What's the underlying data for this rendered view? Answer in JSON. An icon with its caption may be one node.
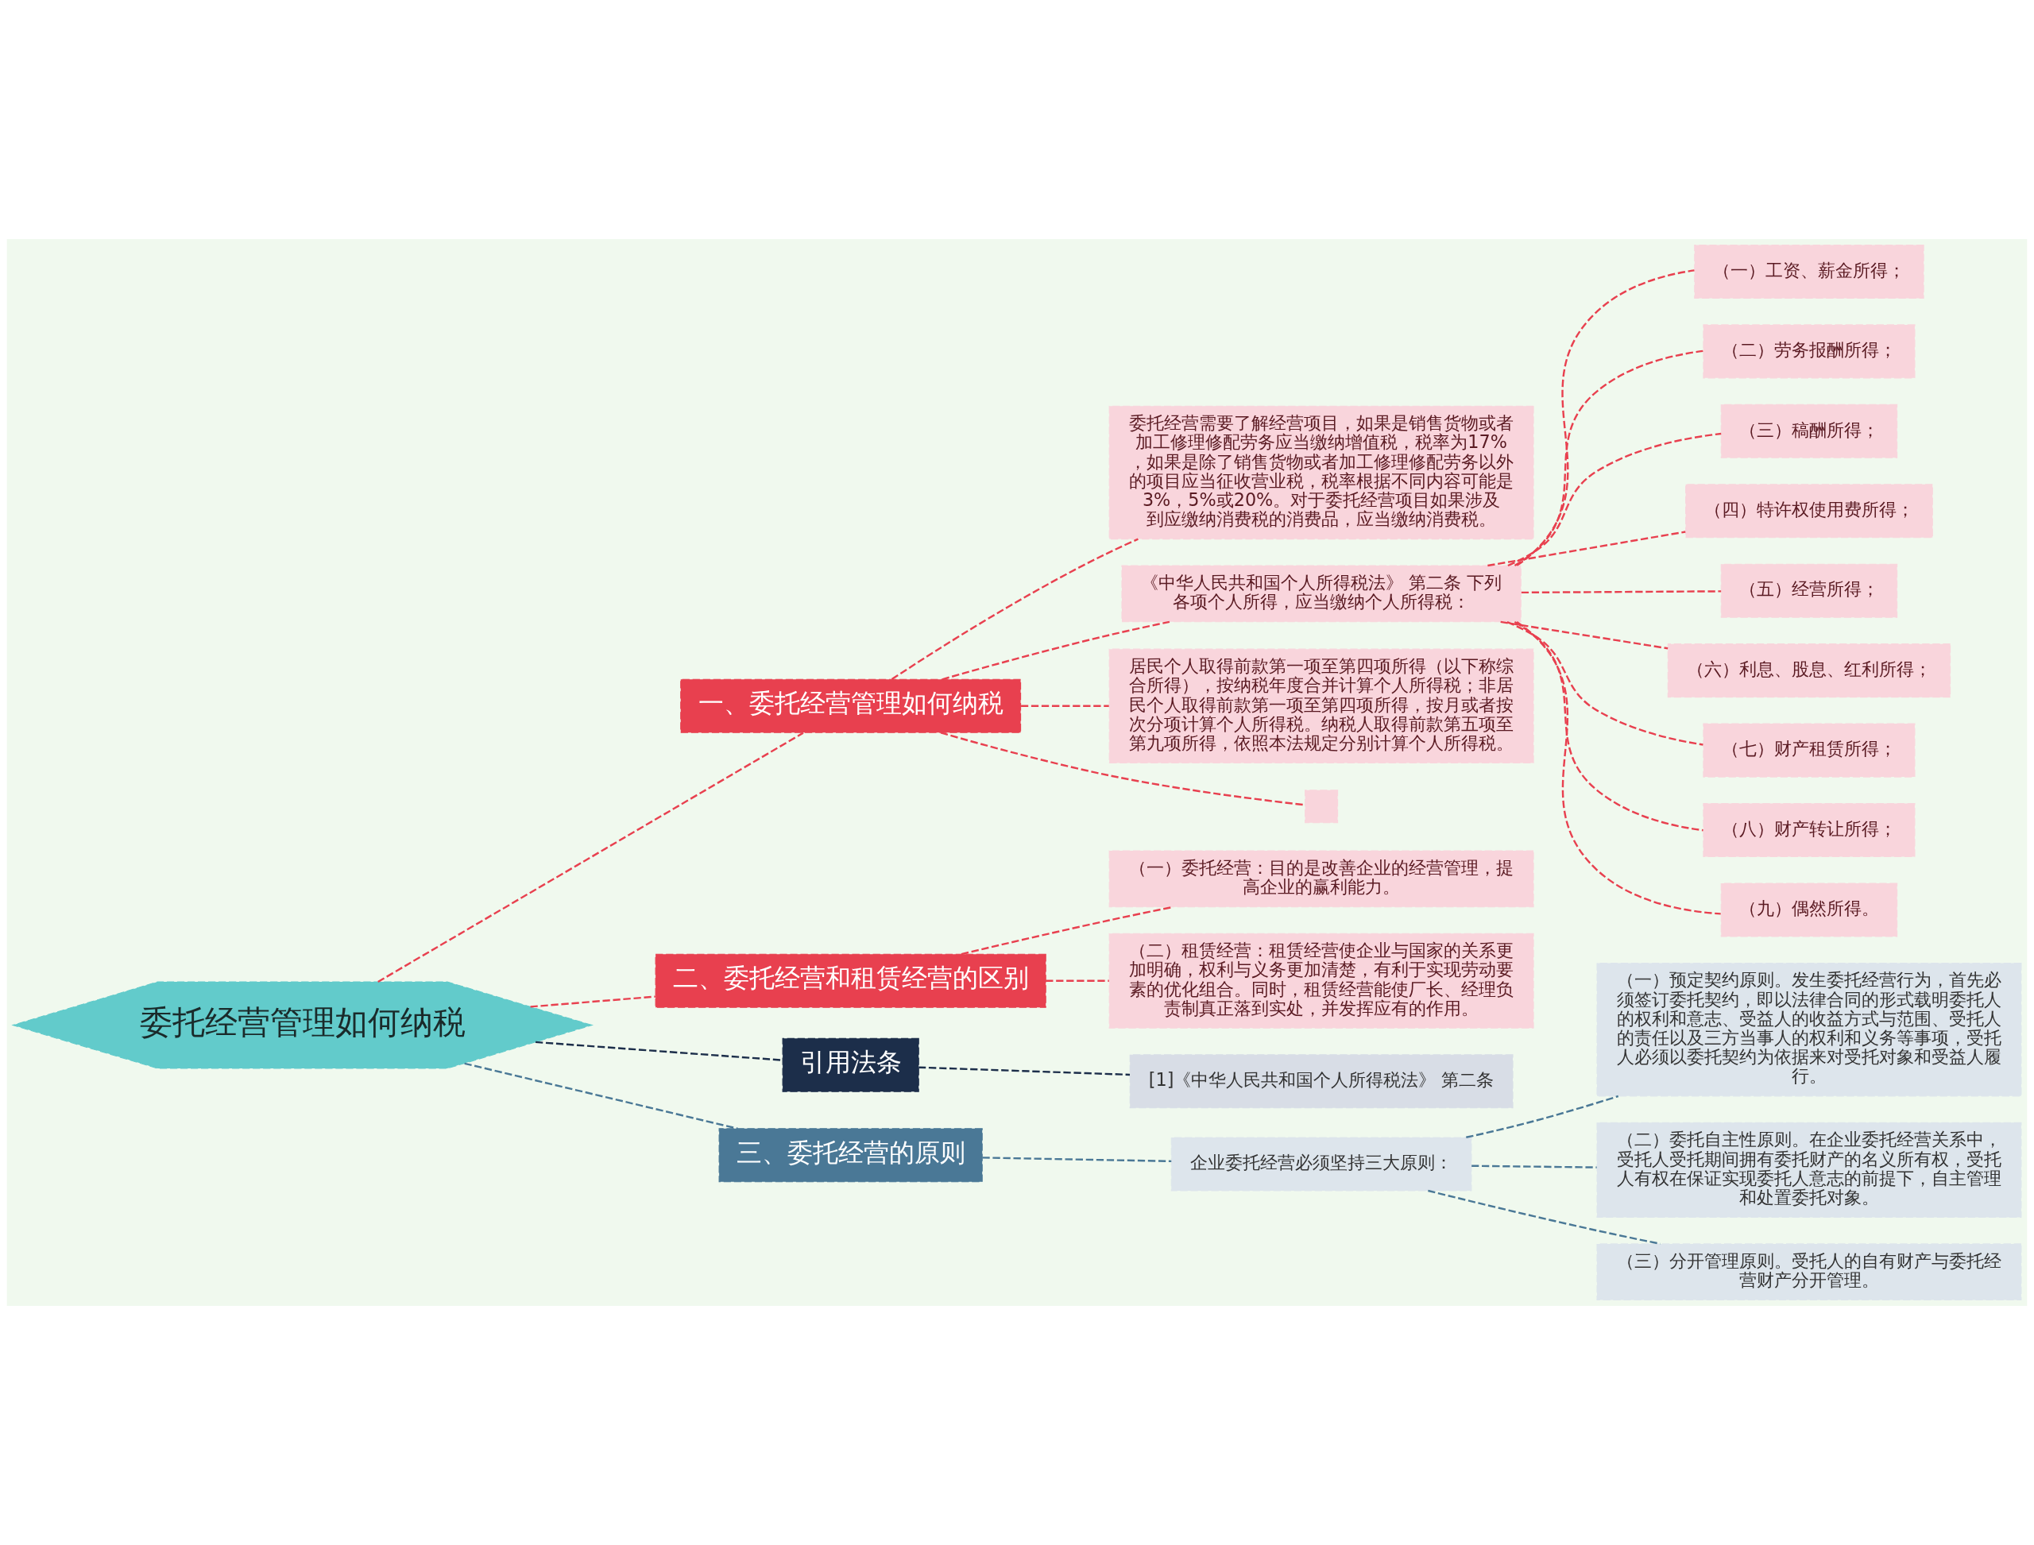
{
  "diagram": {
    "nodes": [
      {
        "text": [
          "委托经营管理如何纳税"
        ]
      },
      {
        "text": [
          "一、委托经营管理如何纳税"
        ]
      },
      {
        "text": [
          "委托经营需要了解经营项目，如果是销售货物或者加工修理修配劳务应当缴纳增值税，税率为17%，如果是除了销售货物或者加工修理修配劳务以外的项目应当征收营业税，税率根据不同内容可能是3%，5%或20%。对于委托经营项目如果涉及到应缴纳消费税的消费品，应当缴纳消费税。"
        ]
      },
      {
        "text": [
          "《中华人民共和国个人所得税法》 第二条 下列各项个人所得，应当缴纳个人所得税："
        ]
      },
      {
        "text": [
          "（一）工资、薪金所得；"
        ]
      },
      {
        "text": [
          "（二）劳务报酬所得；"
        ]
      },
      {
        "text": [
          "（三）稿酬所得；"
        ]
      },
      {
        "text": [
          "（四）特许权使用费所得；"
        ]
      },
      {
        "text": [
          "（五）经营所得；"
        ]
      },
      {
        "text": [
          "（六）利息、股息、红利所得；"
        ]
      },
      {
        "text": [
          "（七）财产租赁所得；"
        ]
      },
      {
        "text": [
          "（八）财产转让所得；"
        ]
      },
      {
        "text": [
          "（九）偶然所得。"
        ]
      },
      {
        "text": [
          "居民个人取得前款第一项至第四项所得（以下称综合所得），按纳税年度合并计算个人所得税；非居民个人取得前款第一项至第四项所得，按月或者按次分项计算个人所得税。纳税人取得前款第五项至第九项所得，依照本法规定分别计算个人所得税。"
        ]
      },
      {
        "text": [],
        "shape": "box"
      },
      {
        "text": [
          "二、委托经营和租赁经营的区别"
        ]
      },
      {
        "text": [
          "（一）委托经营：目的是改善企业的经营管理，提高企业的赢利能力。"
        ]
      },
      {
        "text": [
          "（二）租赁经营：租赁经营使企业与国家的关系更加明确，权利与义务更加清楚，有利于实现劳动要素的优化组合。同时，租赁经营能使厂长、经理负责制真正落到实处，并发挥应有的作用。"
        ]
      },
      {
        "text": [
          "引用法条"
        ]
      },
      {
        "text": [
          "[1]《中华人民共和国个人所得税法》 第二条"
        ]
      },
      {
        "text": [
          "三、委托经营的原则"
        ]
      },
      {
        "text": [
          "企业委托经营必须坚持三大原则："
        ]
      },
      {
        "text": [
          "（一）预定契约原则。发生委托经营行为，首先必须签订委托契约，即以法律合同的形式载明委托人的权利和意志、受益人的收益方式与范围、受托人的责任以及三方当事人的权利和义务等事项，受托人必须以委托契约为依据来对受托对象和受益人履行。"
        ]
      },
      {
        "text": [
          "（二）委托自主性原则。在企业委托经营关系中，受托人受托期间拥有委托财产的名义所有权，受托人有权在保证实现委托人意志的前提下，自主管理和处置委托对象。"
        ]
      },
      {
        "text": [
          "（三）分开管理原则。受托人的自有财产与委托经营财产分开管理。"
        ]
      }
    ],
    "edges": [
      {
        "from": 0,
        "to": 1,
        "arrow": "none",
        "style": "dashed"
      },
      {
        "from": 1,
        "to": 2,
        "arrow": "none",
        "style": "dashed"
      },
      {
        "from": 1,
        "to": 3,
        "arrow": "none",
        "style": "dashed"
      },
      {
        "from": 3,
        "to": 4,
        "arrow": "none",
        "style": "dashed"
      },
      {
        "from": 3,
        "to": 5,
        "arrow": "none",
        "style": "dashed"
      },
      {
        "from": 3,
        "to": 6,
        "arrow": "none",
        "style": "dashed"
      },
      {
        "from": 3,
        "to": 7,
        "arrow": "none",
        "style": "dashed"
      },
      {
        "from": 3,
        "to": 8,
        "arrow": "none",
        "style": "dashed"
      },
      {
        "from": 3,
        "to": 9,
        "arrow": "none",
        "style": "dashed"
      },
      {
        "from": 3,
        "to": 10,
        "arrow": "none",
        "style": "dashed"
      },
      {
        "from": 3,
        "to": 11,
        "arrow": "none",
        "style": "dashed"
      },
      {
        "from": 3,
        "to": 12,
        "arrow": "none",
        "style": "dashed"
      },
      {
        "from": 1,
        "to": 13,
        "arrow": "none",
        "style": "dashed"
      },
      {
        "from": 1,
        "to": 14,
        "arrow": "none",
        "style": "dashed"
      },
      {
        "from": 0,
        "to": 15,
        "arrow": "none",
        "style": "dashed"
      },
      {
        "from": 15,
        "to": 16,
        "arrow": "none",
        "style": "dashed"
      },
      {
        "from": 15,
        "to": 17,
        "arrow": "none",
        "style": "dashed"
      },
      {
        "from": 0,
        "to": 18,
        "arrow": "none",
        "style": "dashed",
        "color": "#1c2e4a"
      },
      {
        "from": 18,
        "to": 19,
        "arrow": "none",
        "style": "dashed",
        "color": "#1c2e4a"
      },
      {
        "from": 0,
        "to": 20,
        "arrow": "none",
        "style": "dashed",
        "color": "#4a7896"
      },
      {
        "from": 20,
        "to": 21,
        "arrow": "none",
        "style": "dashed",
        "color": "#4a7896"
      },
      {
        "from": 21,
        "to": 22,
        "arrow": "none",
        "style": "dashed",
        "color": "#4a7896"
      },
      {
        "from": 21,
        "to": 23,
        "arrow": "none",
        "style": "dashed",
        "color": "#4a7896"
      },
      {
        "from": 21,
        "to": 24,
        "arrow": "none",
        "style": "dashed",
        "color": "#4a7896"
      }
    ]
  }
}
